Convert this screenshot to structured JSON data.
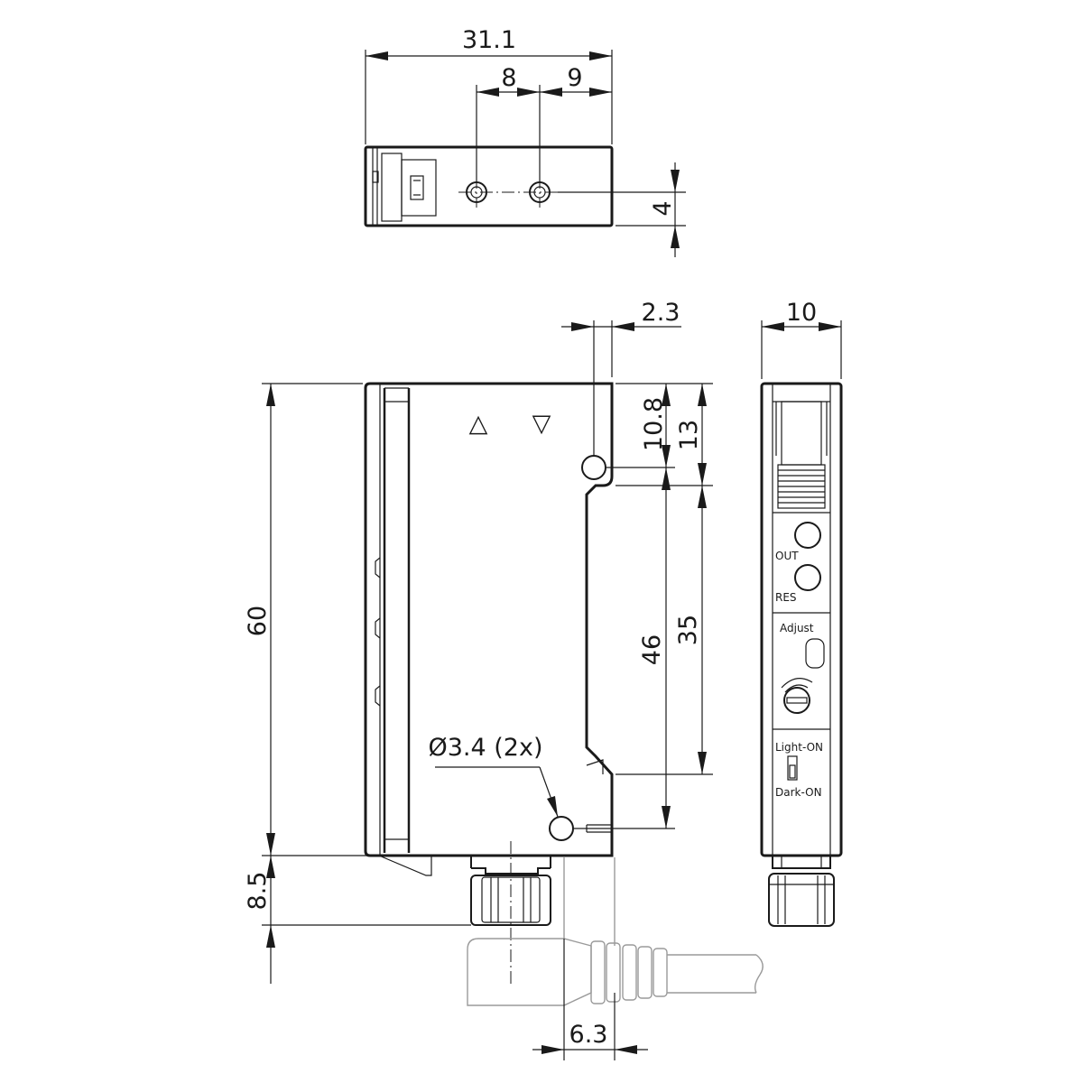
{
  "dimensions": {
    "top_width": "31.1",
    "top_hole_left": "8",
    "top_hole_right": "9",
    "top_height": "4",
    "front_offset": "2.3",
    "front_top_to_hole": "10.8",
    "front_top_to_notch": "13",
    "front_total_height": "60",
    "front_hole_spacing": "46",
    "front_rail_length": "35",
    "hole_diameter": "Ø3.4 (2x)",
    "connector_length": "8.5",
    "cable_offset": "6.3",
    "side_width": "10"
  },
  "symbols": {
    "up_triangle": "△",
    "down_triangle": "▽"
  },
  "side_panel": {
    "out_label": "OUT",
    "res_label": "RES",
    "adjust_label": "Adjust",
    "light_on_label": "Light-ON",
    "dark_on_label": "Dark-ON"
  }
}
